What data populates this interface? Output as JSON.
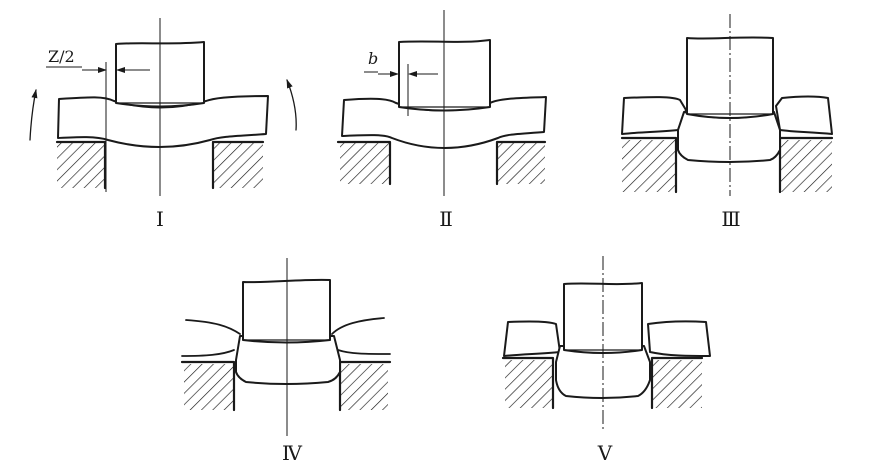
{
  "figure": {
    "stages": [
      {
        "id": "I",
        "label": "Ⅰ",
        "dimension": "Z/2"
      },
      {
        "id": "II",
        "label": "Ⅱ",
        "dimension": "b"
      },
      {
        "id": "III",
        "label": "Ⅲ",
        "dimension": ""
      },
      {
        "id": "IV",
        "label": "Ⅳ",
        "dimension": ""
      },
      {
        "id": "V",
        "label": "Ⅴ",
        "dimension": ""
      }
    ]
  }
}
